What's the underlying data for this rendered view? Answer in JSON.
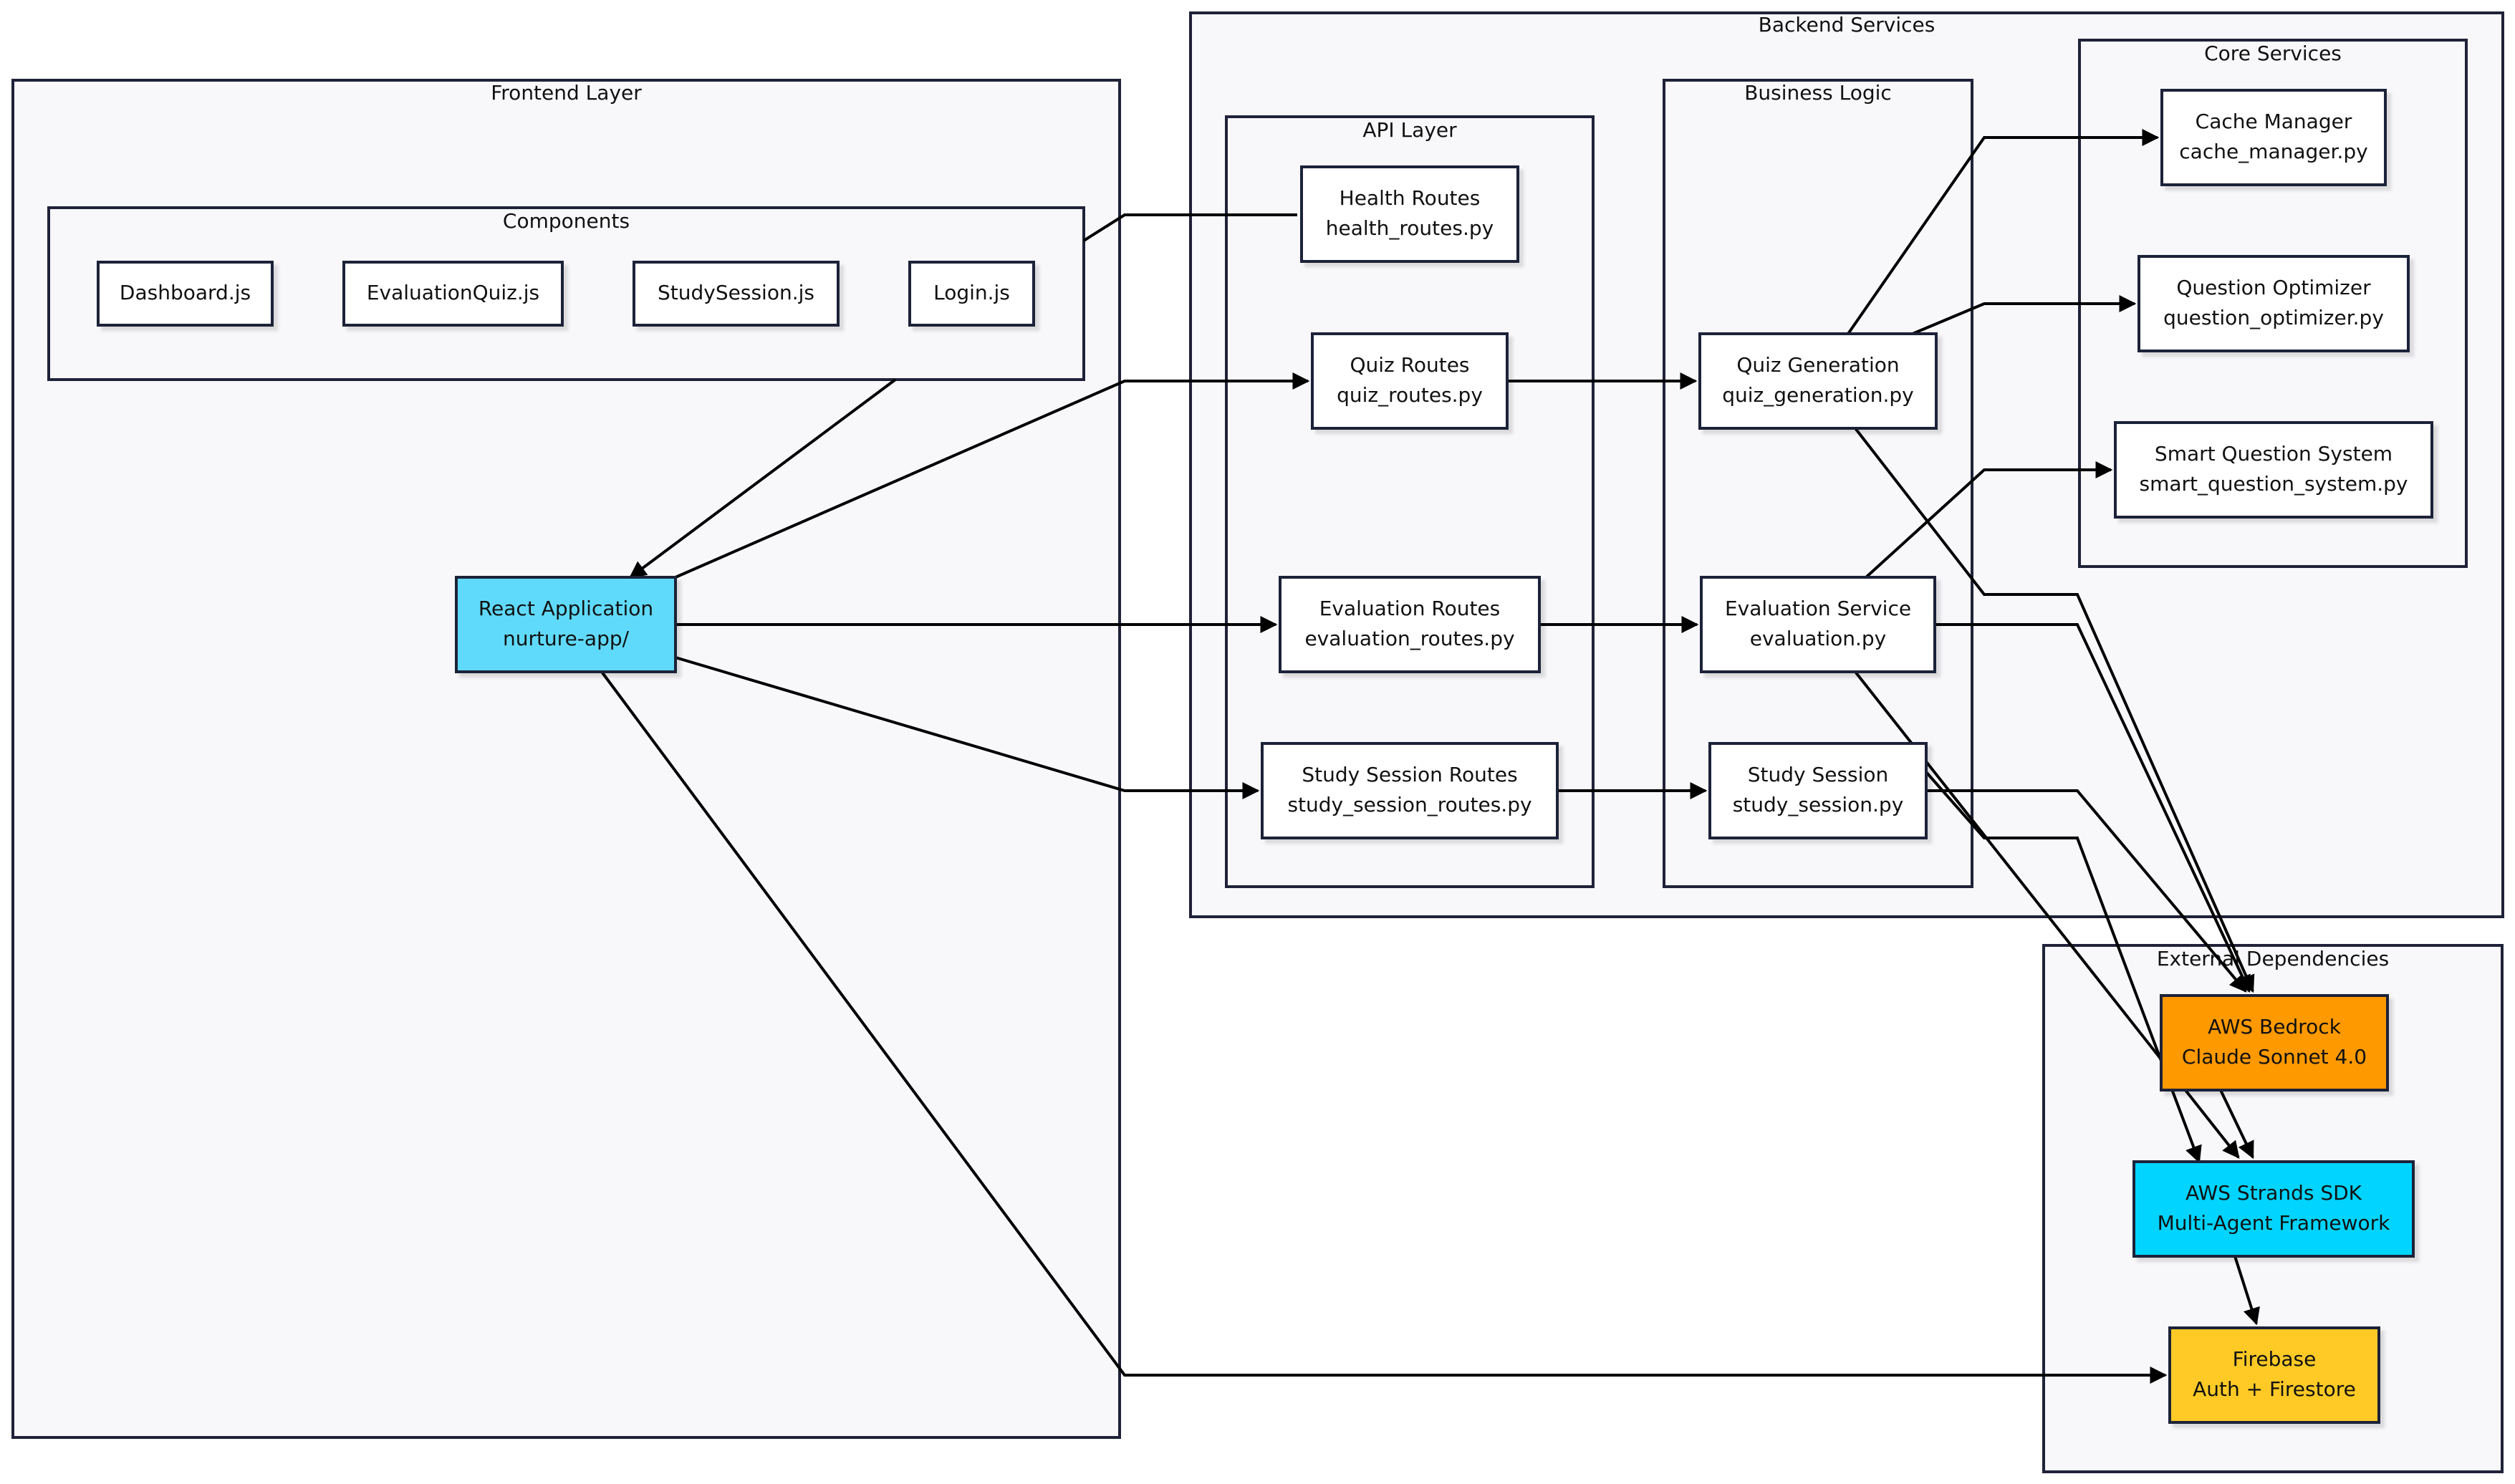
{
  "clusters": [
    {
      "id": "frontend",
      "label": "Frontend Layer"
    },
    {
      "id": "components",
      "label": "Components"
    },
    {
      "id": "backend",
      "label": "Backend Services"
    },
    {
      "id": "api",
      "label": "API Layer"
    },
    {
      "id": "business",
      "label": "Business Logic"
    },
    {
      "id": "core",
      "label": "Core Services"
    },
    {
      "id": "external",
      "label": "External Dependencies"
    }
  ],
  "nodes": [
    {
      "id": "dashboard",
      "lines": [
        "Dashboard.js"
      ],
      "fill": "#ffffff"
    },
    {
      "id": "evalquiz",
      "lines": [
        "EvaluationQuiz.js"
      ],
      "fill": "#ffffff"
    },
    {
      "id": "studysessionjs",
      "lines": [
        "StudySession.js"
      ],
      "fill": "#ffffff"
    },
    {
      "id": "login",
      "lines": [
        "Login.js"
      ],
      "fill": "#ffffff"
    },
    {
      "id": "react",
      "lines": [
        "React Application",
        "nurture-app/"
      ],
      "fill": "#61dafb"
    },
    {
      "id": "health",
      "lines": [
        "Health Routes",
        "health_routes.py"
      ],
      "fill": "#ffffff"
    },
    {
      "id": "quizroutes",
      "lines": [
        "Quiz Routes",
        "quiz_routes.py"
      ],
      "fill": "#ffffff"
    },
    {
      "id": "evalroutes",
      "lines": [
        "Evaluation Routes",
        "evaluation_routes.py"
      ],
      "fill": "#ffffff"
    },
    {
      "id": "studyroutes",
      "lines": [
        "Study Session Routes",
        "study_session_routes.py"
      ],
      "fill": "#ffffff"
    },
    {
      "id": "quizgen",
      "lines": [
        "Quiz Generation",
        "quiz_generation.py"
      ],
      "fill": "#ffffff"
    },
    {
      "id": "evalservice",
      "lines": [
        "Evaluation Service",
        "evaluation.py"
      ],
      "fill": "#ffffff"
    },
    {
      "id": "studysession",
      "lines": [
        "Study Session",
        "study_session.py"
      ],
      "fill": "#ffffff"
    },
    {
      "id": "cache",
      "lines": [
        "Cache Manager",
        "cache_manager.py"
      ],
      "fill": "#ffffff"
    },
    {
      "id": "optimizer",
      "lines": [
        "Question Optimizer",
        "question_optimizer.py"
      ],
      "fill": "#ffffff"
    },
    {
      "id": "smart",
      "lines": [
        "Smart Question System",
        "smart_question_system.py"
      ],
      "fill": "#ffffff"
    },
    {
      "id": "bedrock",
      "lines": [
        "AWS Bedrock",
        "Claude Sonnet 4.0"
      ],
      "fill": "#ff9900"
    },
    {
      "id": "strands",
      "lines": [
        "AWS Strands SDK",
        "Multi-Agent Framework"
      ],
      "fill": "#00d4ff"
    },
    {
      "id": "firebase",
      "lines": [
        "Firebase",
        "Auth + Firestore"
      ],
      "fill": "#ffca28"
    }
  ],
  "edges": [
    {
      "from": "components",
      "to": "react",
      "arrow": false
    },
    {
      "from": "components",
      "to": "health",
      "arrow": true
    },
    {
      "from": "react",
      "to": "quizroutes",
      "arrow": true
    },
    {
      "from": "react",
      "to": "evalroutes",
      "arrow": true
    },
    {
      "from": "react",
      "to": "studyroutes",
      "arrow": true
    },
    {
      "from": "react",
      "to": "firebase",
      "arrow": true
    },
    {
      "from": "quizroutes",
      "to": "quizgen",
      "arrow": true
    },
    {
      "from": "evalroutes",
      "to": "evalservice",
      "arrow": true
    },
    {
      "from": "studyroutes",
      "to": "studysession",
      "arrow": true
    },
    {
      "from": "quizgen",
      "to": "cache",
      "arrow": true
    },
    {
      "from": "quizgen",
      "to": "optimizer",
      "arrow": true
    },
    {
      "from": "evalservice",
      "to": "smart",
      "arrow": true
    },
    {
      "from": "quizgen",
      "to": "bedrock",
      "arrow": true
    },
    {
      "from": "evalservice",
      "to": "bedrock",
      "arrow": true
    },
    {
      "from": "studysession",
      "to": "bedrock",
      "arrow": true
    },
    {
      "from": "evalservice",
      "to": "strands",
      "arrow": true
    },
    {
      "from": "studysession",
      "to": "strands",
      "arrow": true
    },
    {
      "from": "bedrock",
      "to": "strands",
      "arrow": true
    },
    {
      "from": "strands",
      "to": "firebase",
      "arrow": true
    }
  ]
}
